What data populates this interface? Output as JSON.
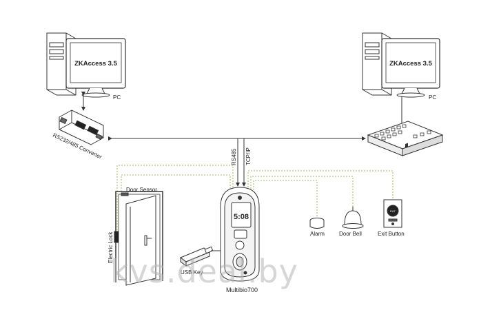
{
  "left_pc": {
    "screen_text": "ZKAccess 3.5",
    "label": "PC"
  },
  "right_pc": {
    "screen_text": "ZKAccess 3.5",
    "label": "PC"
  },
  "converter": {
    "label": "RS232/485 Converter"
  },
  "links": {
    "rs485": "RS485",
    "tcpip": "TCP/IP"
  },
  "door": {
    "sensor_label": "Door Sensor",
    "lock_label": "Electric Lock"
  },
  "usb": {
    "label": "USB Key"
  },
  "device": {
    "label": "Multibio700"
  },
  "peripherals": {
    "alarm": "Alarm",
    "door_bell": "Door Bell",
    "exit_button": "Exit Button"
  },
  "watermark": "kvs.deal.by",
  "colors": {
    "line": "#333333",
    "dashed_green": "#9dbb5a",
    "outline": "#333333"
  }
}
